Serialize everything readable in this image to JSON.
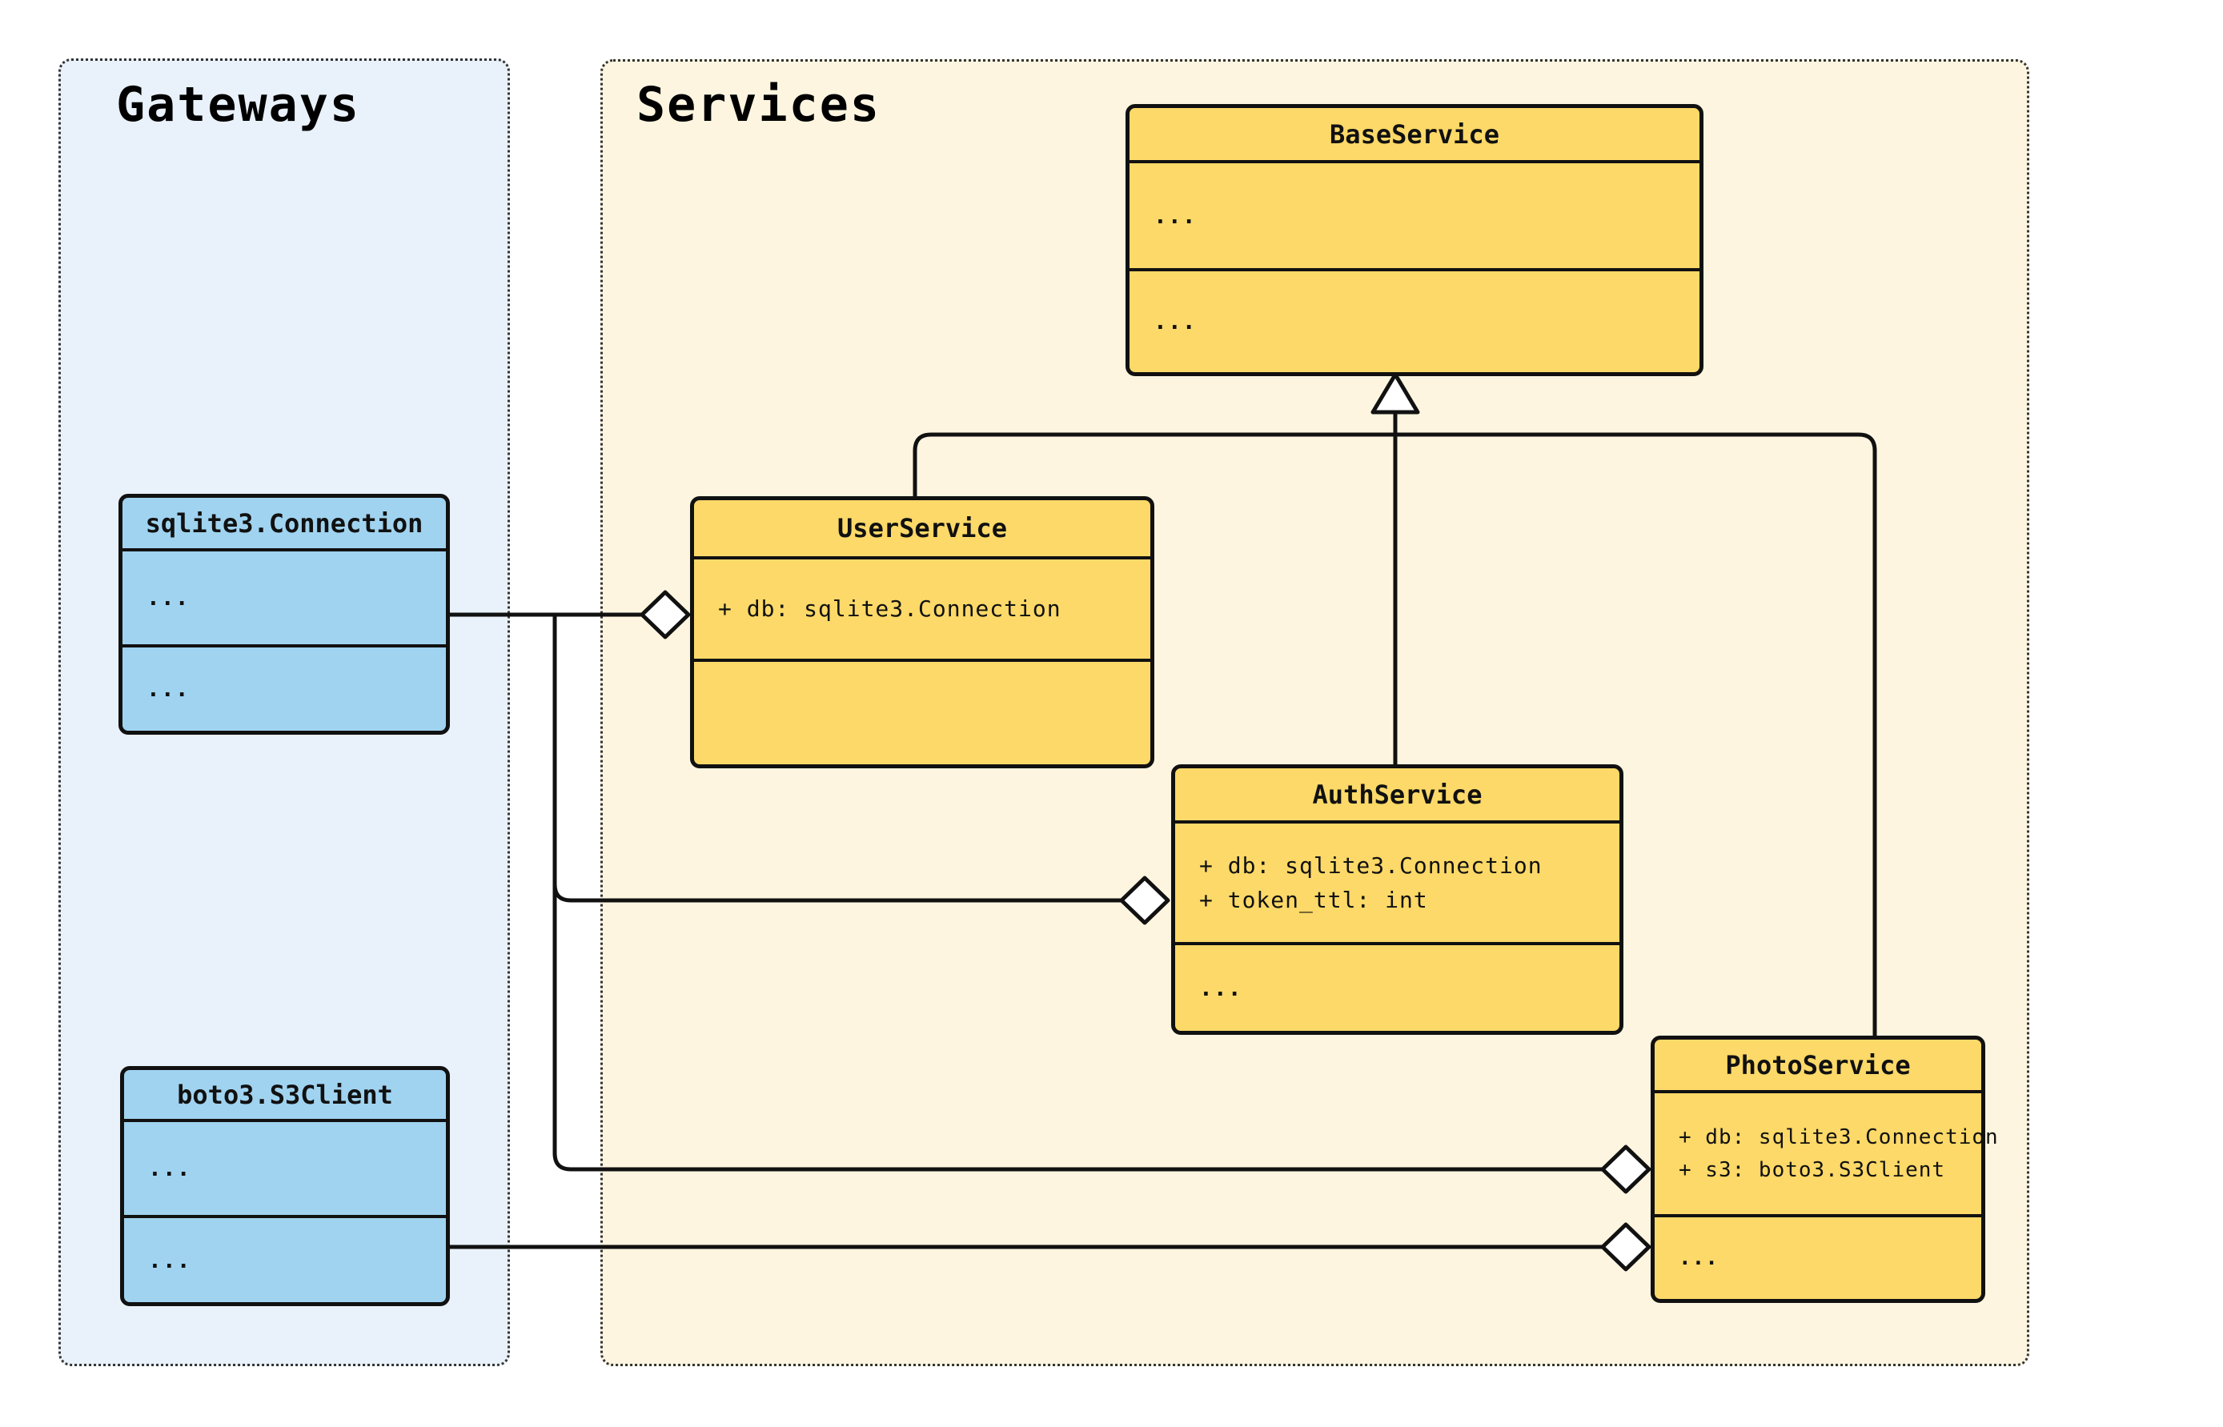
{
  "colors": {
    "canvas-bg": "#ffffff",
    "gateways-bg": "#e9f1fa",
    "services-bg": "#fdf5e0",
    "blue-box": "#a0d3f0",
    "yellow-box": "#fcd968",
    "line": "#111111",
    "panel-border": "#333333"
  },
  "panels": {
    "gateways": {
      "title": "Gateways"
    },
    "services": {
      "title": "Services"
    }
  },
  "classes": {
    "sqlite3_connection": {
      "title": "sqlite3.Connection",
      "attributes": [
        "..."
      ],
      "methods": [
        "..."
      ]
    },
    "boto3_s3client": {
      "title": "boto3.S3Client",
      "attributes": [
        "..."
      ],
      "methods": [
        "..."
      ]
    },
    "base_service": {
      "title": "BaseService",
      "attributes": [
        "..."
      ],
      "methods": [
        "..."
      ]
    },
    "user_service": {
      "title": "UserService",
      "attributes": [
        "+ db: sqlite3.Connection"
      ],
      "methods": [
        ""
      ]
    },
    "auth_service": {
      "title": "AuthService",
      "attributes": [
        "+ db: sqlite3.Connection",
        "+ token_ttl: int"
      ],
      "methods": [
        "..."
      ]
    },
    "photo_service": {
      "title": "PhotoService",
      "attributes": [
        "+ db: sqlite3.Connection",
        "+ s3: boto3.S3Client"
      ],
      "methods": [
        "..."
      ]
    }
  },
  "relationships": {
    "inheritance": [
      {
        "child": "UserService",
        "parent": "BaseService"
      },
      {
        "child": "AuthService",
        "parent": "BaseService"
      },
      {
        "child": "PhotoService",
        "parent": "BaseService"
      }
    ],
    "aggregations": [
      {
        "part": "sqlite3.Connection",
        "whole": "UserService"
      },
      {
        "part": "sqlite3.Connection",
        "whole": "AuthService"
      },
      {
        "part": "sqlite3.Connection",
        "whole": "PhotoService"
      },
      {
        "part": "boto3.S3Client",
        "whole": "PhotoService"
      }
    ]
  }
}
